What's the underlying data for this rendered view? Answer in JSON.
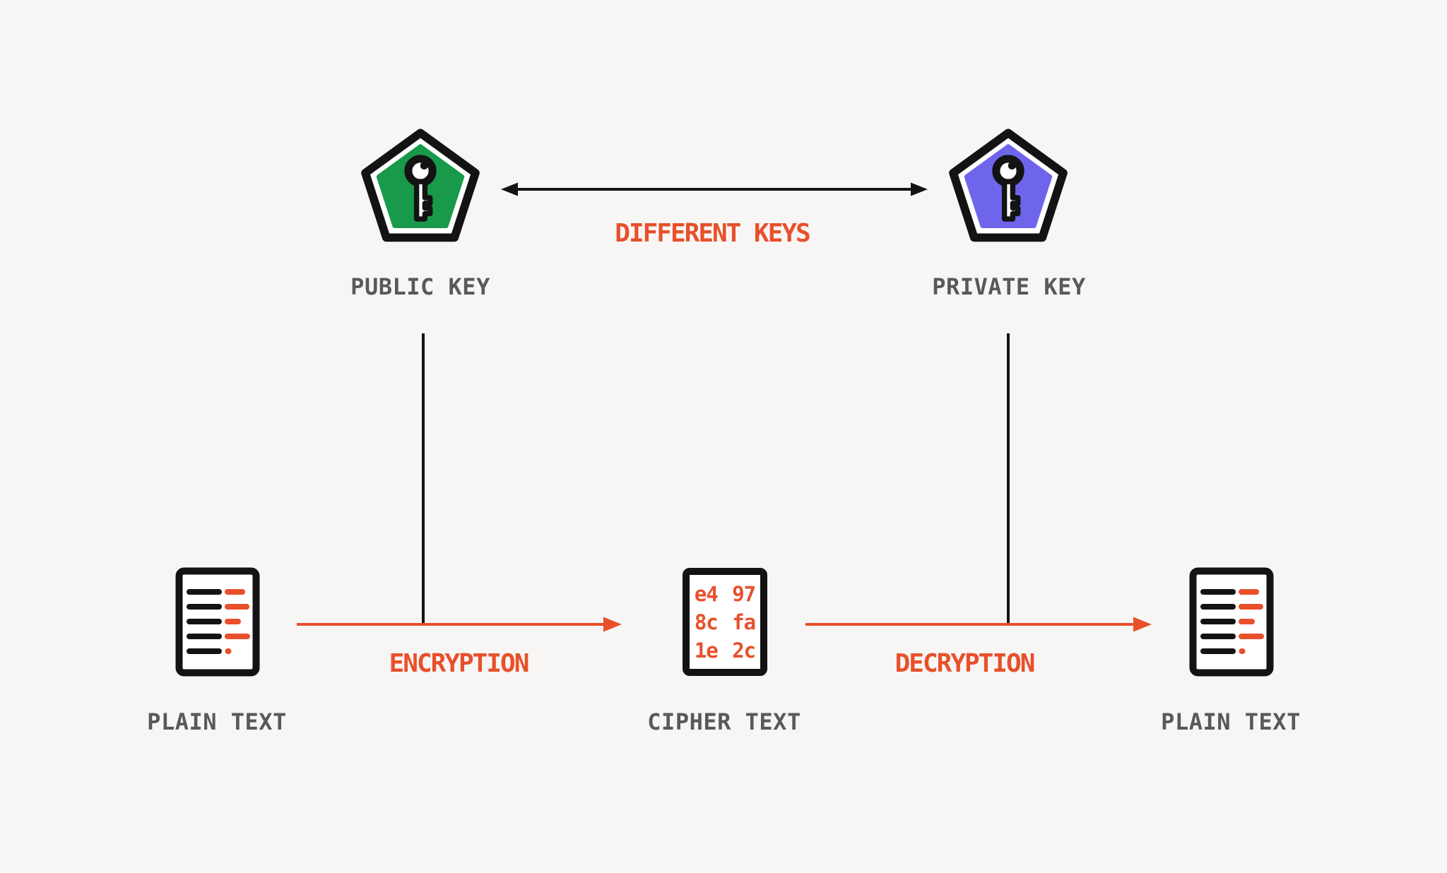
{
  "palette": {
    "background": "#f7f6f4",
    "ink": "#131313",
    "accent_orange": "#e8502b",
    "public_key_green": "#199a4b",
    "private_key_purple": "#6f65ec",
    "label_gray": "#58595c"
  },
  "key_pair": {
    "public_key": {
      "label": "PUBLIC KEY",
      "icon": "key-pentagon-icon",
      "color": "#199a4b"
    },
    "private_key": {
      "label": "PRIVATE KEY",
      "icon": "key-pentagon-icon",
      "color": "#6f65ec"
    },
    "relation": {
      "label": "DIFFERENT KEYS"
    }
  },
  "pipeline": {
    "plain_text_input": {
      "label": "PLAIN TEXT",
      "icon": "document-icon"
    },
    "encryption": {
      "label": "ENCRYPTION"
    },
    "cipher_text": {
      "label": "CIPHER TEXT",
      "icon": "hex-document-icon",
      "hex_lines": [
        "e4 97",
        "8c fa",
        "1e 2c"
      ]
    },
    "decryption": {
      "label": "DECRYPTION"
    },
    "plain_text_output": {
      "label": "PLAIN TEXT",
      "icon": "document-icon"
    }
  }
}
